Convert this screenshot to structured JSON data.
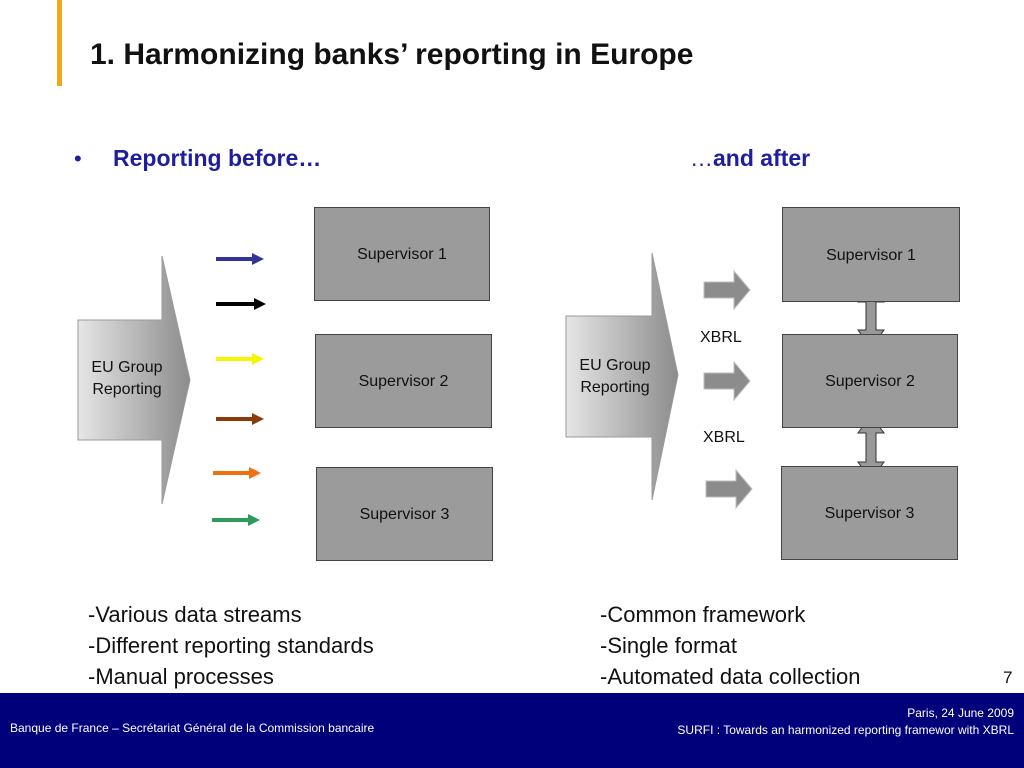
{
  "slide": {
    "title": "1. Harmonizing banks’ reporting in Europe",
    "bullet": "•",
    "before_heading": "Reporting before…",
    "after_heading_ellipsis": "…",
    "after_heading": "and after",
    "page_number": "7"
  },
  "colors": {
    "accent": "#f0a818",
    "heading": "#1f1f9e",
    "footer_bg": "#00007a",
    "box_fill": "#9b9b9b",
    "before_arrows": [
      "#33339a",
      "#000000",
      "#f5f500",
      "#8b3a0a",
      "#f07010",
      "#2f9a5a"
    ]
  },
  "before": {
    "source_label": "EU Group Reporting",
    "supervisors": [
      "Supervisor 1",
      "Supervisor 2",
      "Supervisor 3"
    ],
    "points": [
      "-Various data streams",
      "-Different reporting standards",
      "-Manual processes"
    ]
  },
  "after": {
    "source_label": "EU Group Reporting",
    "supervisors": [
      "Supervisor 1",
      "Supervisor 2",
      "Supervisor 3"
    ],
    "connector_labels": [
      "XBRL",
      "XBRL"
    ],
    "points": [
      "-Common framework",
      "-Single format",
      "-Automated data collection"
    ]
  },
  "footer": {
    "left": "Banque de France – Secrétariat Général de la Commission bancaire",
    "right_line1": "Paris, 24 June 2009",
    "right_line2": "SURFI : Towards an harmonized reporting framewor with XBRL"
  }
}
